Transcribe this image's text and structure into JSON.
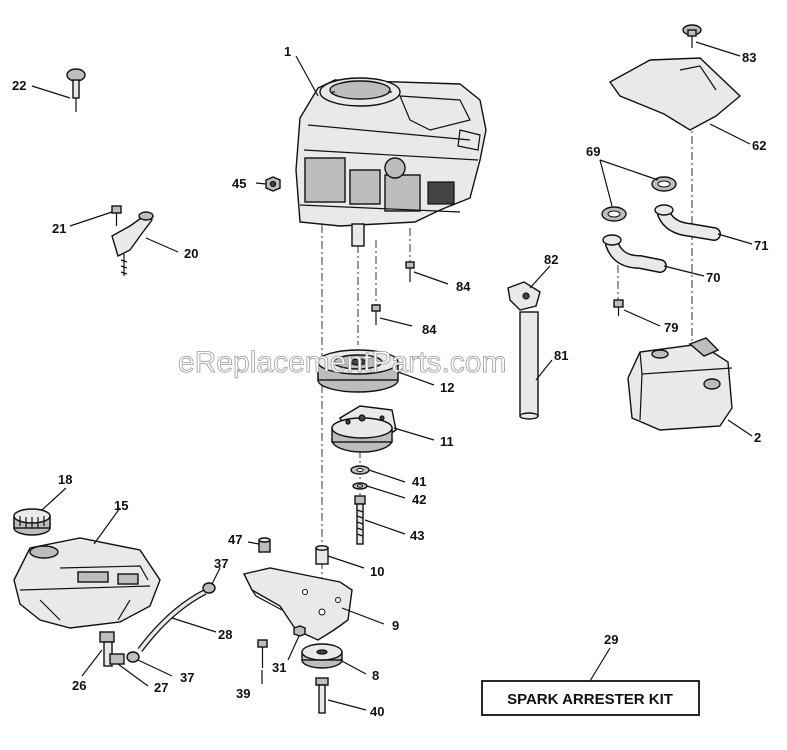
{
  "watermark": "eReplacementParts.com",
  "kit_label": "SPARK ARRESTER KIT",
  "callouts": {
    "c1": "1",
    "c2": "2",
    "c8": "8",
    "c9": "9",
    "c10": "10",
    "c11": "11",
    "c12": "12",
    "c15": "15",
    "c18": "18",
    "c20": "20",
    "c21": "21",
    "c22": "22",
    "c26": "26",
    "c27": "27",
    "c28": "28",
    "c29": "29",
    "c31": "31",
    "c37a": "37",
    "c37b": "37",
    "c39": "39",
    "c40": "40",
    "c41": "41",
    "c42": "42",
    "c43": "43",
    "c45": "45",
    "c47": "47",
    "c62": "62",
    "c69": "69",
    "c70": "70",
    "c71": "71",
    "c79": "79",
    "c81": "81",
    "c82": "82",
    "c83": "83",
    "c84a": "84",
    "c84b": "84"
  }
}
